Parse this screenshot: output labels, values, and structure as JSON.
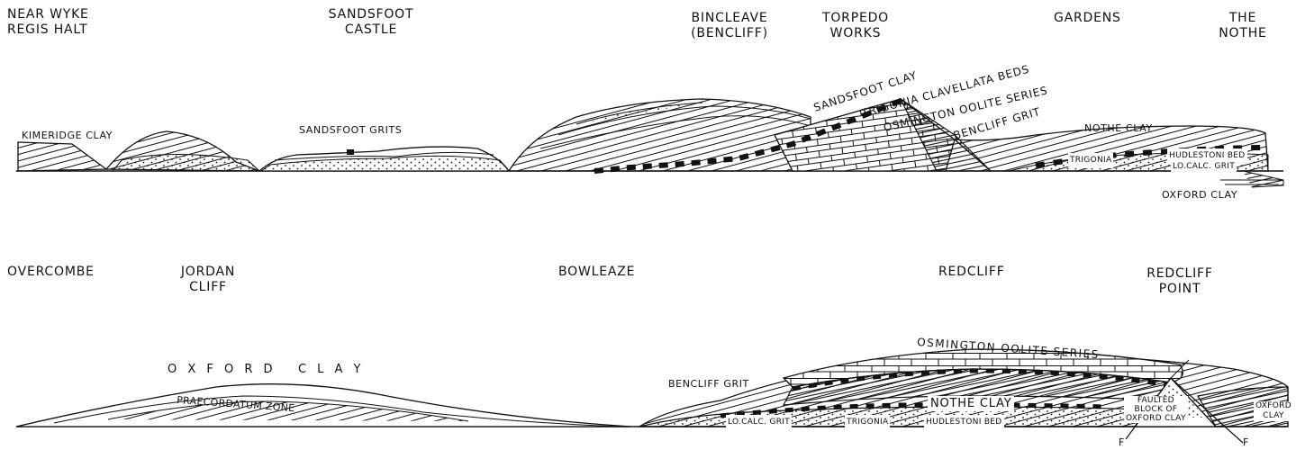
{
  "top_section": {
    "locations": {
      "near_wyke": [
        "NEAR WYKE",
        "REGIS HALT"
      ],
      "sandsfoot_castle": [
        "SANDSFOOT",
        "CASTLE"
      ],
      "bincleave": [
        "BINCLEAVE",
        "(BENCLIFF)"
      ],
      "torpedo_works": [
        "TORPEDO",
        "WORKS"
      ],
      "gardens": "GARDENS",
      "the_nothe": [
        "THE",
        "NOTHE"
      ]
    },
    "strata": {
      "kimeridge_clay": "KIMERIDGE CLAY",
      "sandsfoot_grits": "SANDSFOOT GRITS",
      "sandsfoot_clay": "SANDSFOOT CLAY",
      "trigonia_clavellata_beds": "TRIGONIA CLAVELLATA BEDS",
      "osmington_oolite_series": "OSMINGTON OOLITE SERIES",
      "bencliff_grit": "BENCLIFF GRIT",
      "nothe_clay": "NOTHE CLAY",
      "trigonia_bed": "TRIGONIA",
      "hudlestoni_bed": "HUDLESTONI BED",
      "lo_calc_grit": "LO.CALC. GRIT",
      "oxford_clay": "OXFORD CLAY"
    }
  },
  "bottom_section": {
    "locations": {
      "overcombe": "OVERCOMBE",
      "jordan_cliff": [
        "JORDAN",
        "CLIFF"
      ],
      "bowleaze": "BOWLEAZE",
      "redcliff": "REDCLIFF",
      "redcliff_point": [
        "REDCLIFF",
        "POINT"
      ]
    },
    "strata": {
      "oxford_clay_title": "O X F O R D   C L A Y",
      "praecordatum_zone": "PRAECORDATUM ZONE",
      "osmington_oolite_series": "OSMINGTON OOLITE SERIES",
      "bencliff_grit": "BENCLIFF GRIT",
      "nothe_clay": "NOTHE CLAY",
      "lo_calc_grit": "LO.CALC. GRIT",
      "trigonia": "TRIGONIA",
      "hudlestoni_bed": "HUDLESTONI BED",
      "faulted_block": [
        "FAULTED",
        "BLOCK OF",
        "OXFORD CLAY"
      ],
      "oxford_clay": [
        "OXFORD",
        "CLAY"
      ],
      "fault_marker": "F"
    }
  }
}
